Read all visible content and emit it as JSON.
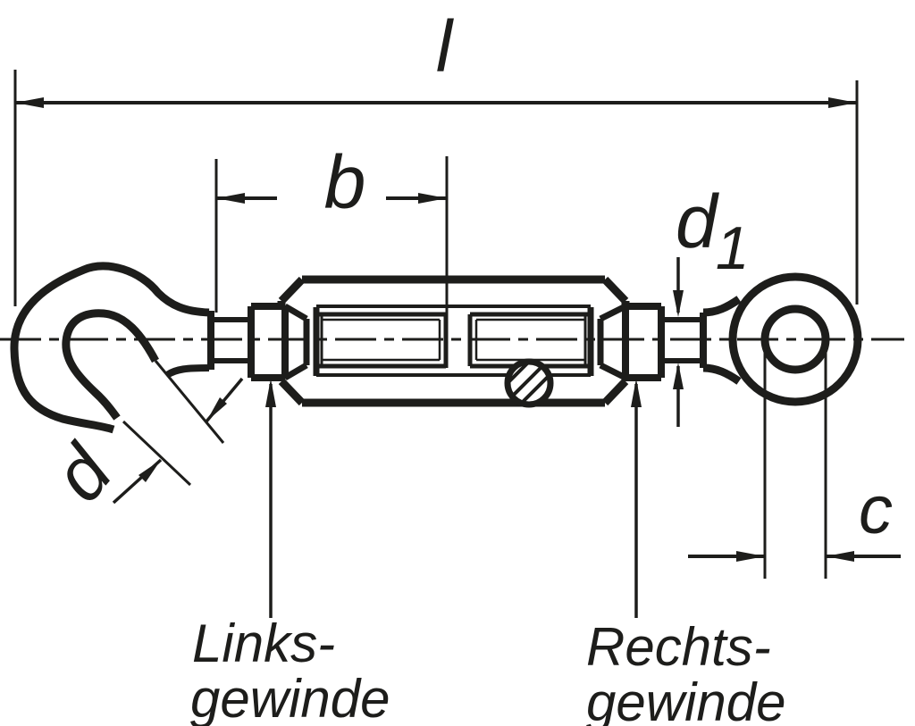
{
  "meta": {
    "drawing_type": "technical-drawing",
    "subject": "turnbuckle-hook-and-eye",
    "background_color": "#ffffff",
    "line_color": "#1d1d1b"
  },
  "dimensions": {
    "overall_length": "l",
    "thread_length": "b",
    "rod_diameter_base": "d",
    "rod_diameter_sub": "1",
    "bar_diameter": "d",
    "eye_inner_width": "c"
  },
  "annotations": {
    "left_thread": {
      "line1": "Links-",
      "line2": "gewinde"
    },
    "right_thread": {
      "line1": "Rechts-",
      "line2": "gewinde"
    }
  }
}
